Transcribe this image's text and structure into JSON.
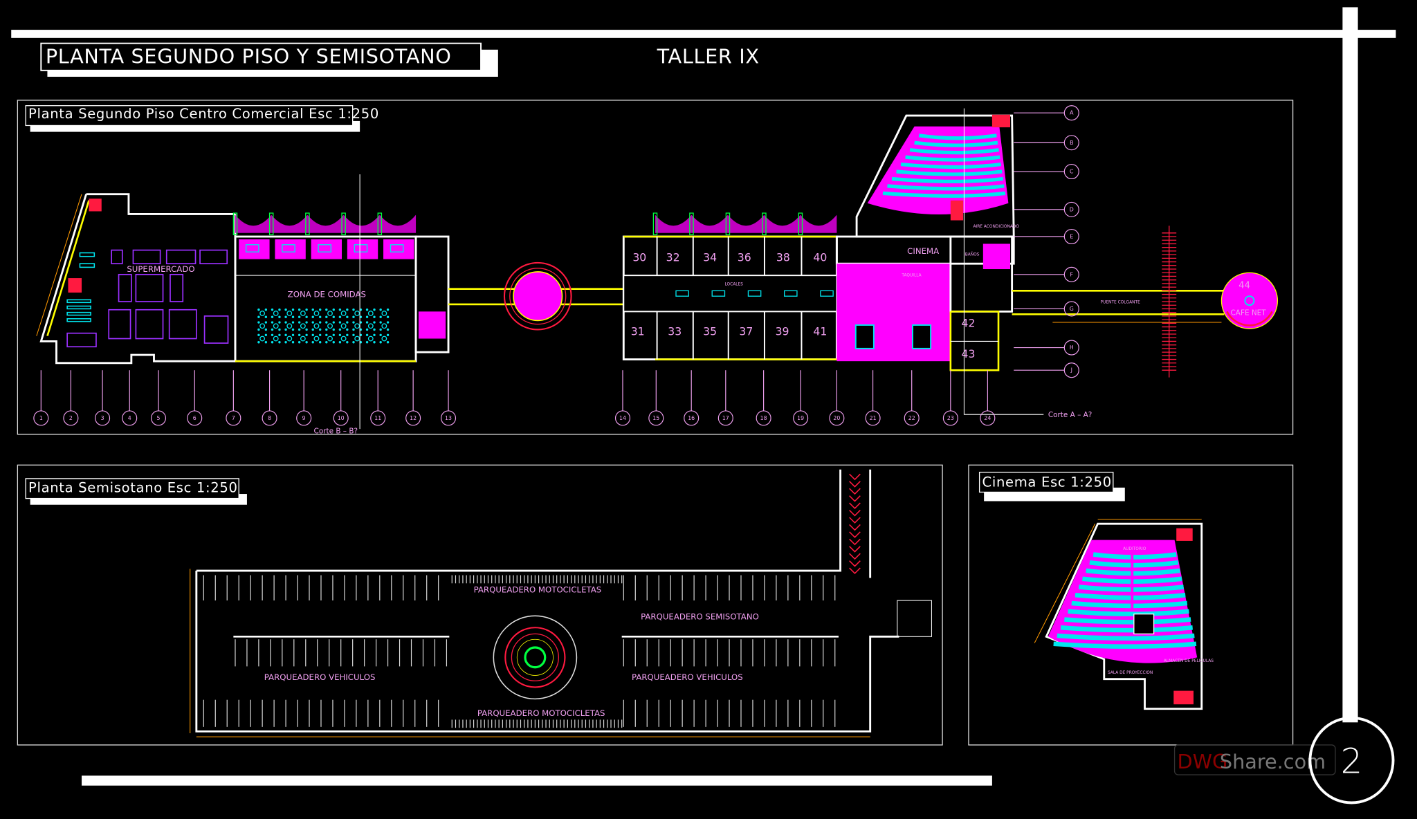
{
  "sheet": {
    "title": "PLANTA SEGUNDO PISO Y SEMISOTANO",
    "course": "TALLER IX",
    "sheet_number": "2",
    "watermark": {
      "brand_red": "DWG",
      "brand_gray": "Share.com"
    }
  },
  "viewports": {
    "second_floor": {
      "label": "Planta Segundo Piso Centro Comercial Esc 1:250",
      "zones": {
        "supermarket": "SUPERMERCADO",
        "food_court": "ZONA DE COMIDAS",
        "cinema": "CINEMA",
        "shops_corridor": "LOCALES",
        "ticket_office": "TAQUILLA",
        "air_conditioning": "AIRE ACONDICIONADO",
        "restrooms": "BAÑOS",
        "bridge": "PUENTE COLGANTE",
        "cafe": "CAFE NET"
      },
      "rooms_top": [
        "30",
        "32",
        "34",
        "36",
        "38",
        "40"
      ],
      "rooms_bottom": [
        "31",
        "33",
        "35",
        "37",
        "39",
        "41"
      ],
      "rooms_right": [
        "42",
        "43"
      ],
      "room_cafe": "44",
      "grid_numbers": [
        "1",
        "2",
        "3",
        "4",
        "5",
        "6",
        "7",
        "8",
        "9",
        "10",
        "11",
        "12",
        "13",
        "14",
        "15",
        "16",
        "17",
        "18",
        "19",
        "20",
        "21",
        "22",
        "23",
        "24"
      ],
      "grid_letters": [
        "A",
        "B",
        "C",
        "D",
        "E",
        "F",
        "G",
        "H",
        "J"
      ],
      "section_b": "Corte B – B?",
      "section_a": "Corte A – A?"
    },
    "basement": {
      "label": "Planta Semisotano Esc 1:250",
      "zones": {
        "moto_top": "PARQUEADERO MOTOCICLETAS",
        "moto_bottom": "PARQUEADERO MOTOCICLETAS",
        "basement_parking": "PARQUEADERO SEMISOTANO",
        "vehicles_left": "PARQUEADERO VEHICULOS",
        "vehicles_right": "PARQUEADERO VEHICULOS"
      }
    },
    "cinema": {
      "label": "Cinema Esc 1:250",
      "zones": {
        "auditorium": "AUDITORIO",
        "projection": "SALA DE PROYECCION",
        "film_storage": "ALMACEN DE PELICULAS"
      }
    }
  },
  "colors": {
    "background": "#000000",
    "walls": "#ffffff",
    "fill_magenta": "#ff00ff",
    "seats_cyan": "#00e5ee",
    "columns_green": "#00ff40",
    "dimensions_orange": "#ff9900",
    "stairs_red": "#ff1a40",
    "facade_yellow": "#ffff00",
    "labels_pink": "#f0a0f0"
  }
}
